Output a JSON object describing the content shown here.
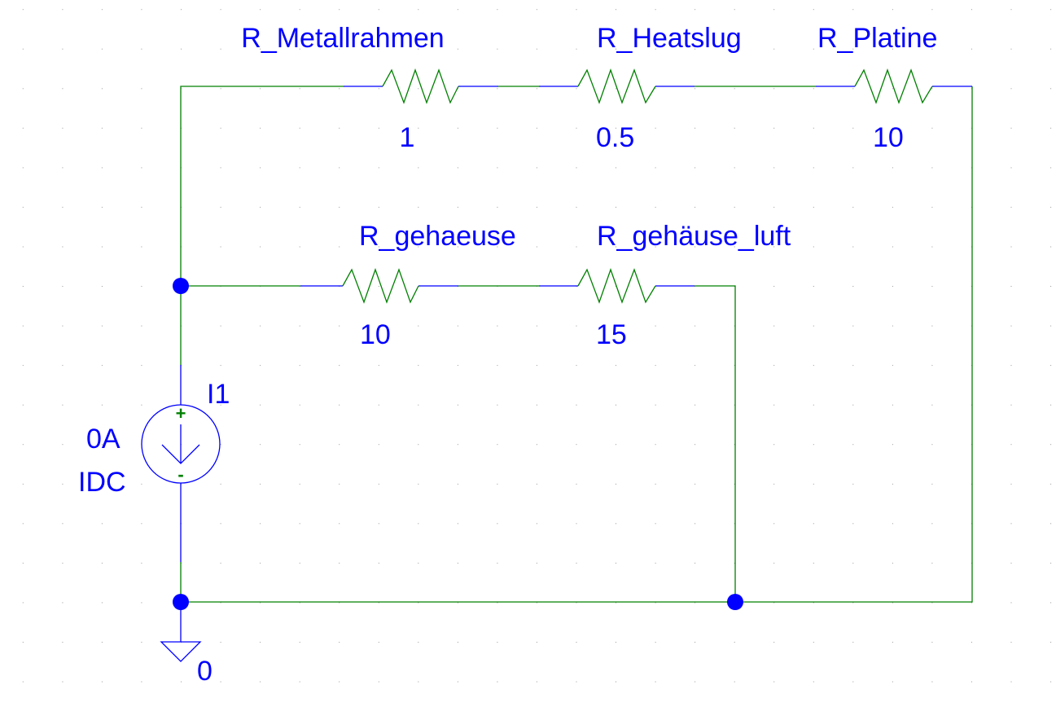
{
  "schematic": {
    "resistors": [
      {
        "name": "R_Metallrahmen",
        "value": "1"
      },
      {
        "name": "R_Heatslug",
        "value": "0.5"
      },
      {
        "name": "R_Platine",
        "value": "10"
      },
      {
        "name": "R_gehaeuse",
        "value": "10"
      },
      {
        "name": "R_gehäuse_luft",
        "value": "15"
      }
    ],
    "source": {
      "name": "I1",
      "value": "0A",
      "type": "IDC",
      "plus": "+",
      "minus": "-"
    },
    "ground": {
      "net": "0"
    },
    "colors": {
      "wire": "#008000",
      "part": "#0000ff",
      "text": "#0000ff"
    }
  }
}
